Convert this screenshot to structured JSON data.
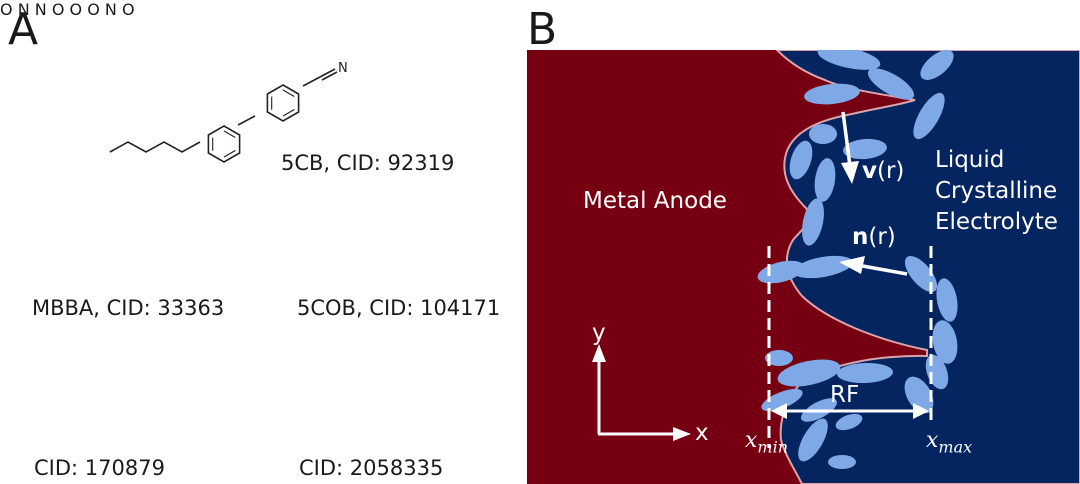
{
  "panels": {
    "a": {
      "label": "A"
    },
    "b": {
      "label": "B"
    }
  },
  "molecules": [
    {
      "caption": "5CB, CID: 92319"
    },
    {
      "caption": "MBBA, CID: 33363"
    },
    {
      "caption": "5COB, CID: 104171"
    },
    {
      "caption": "CID: 170879"
    },
    {
      "caption": "CID: 2058335"
    }
  ],
  "atoms": {
    "N": "N",
    "O": "O"
  },
  "diagram": {
    "anode_label": "Metal Anode",
    "electrolyte_label": [
      "Liquid",
      "Crystalline",
      "Electrolyte"
    ],
    "velocity_bold": "v",
    "velocity_arg": "(r)",
    "director_bold": "n",
    "director_arg": "(r)",
    "rf_label": "RF",
    "x_axis": "x",
    "y_axis": "y",
    "xmin_base": "x",
    "xmin_sub": "min",
    "xmax_base": "x",
    "xmax_sub": "max",
    "colors": {
      "anode": "#760012",
      "electrolyte": "#04255f",
      "crystal": "#7fa9e6",
      "annotation": "#ffffff"
    }
  }
}
